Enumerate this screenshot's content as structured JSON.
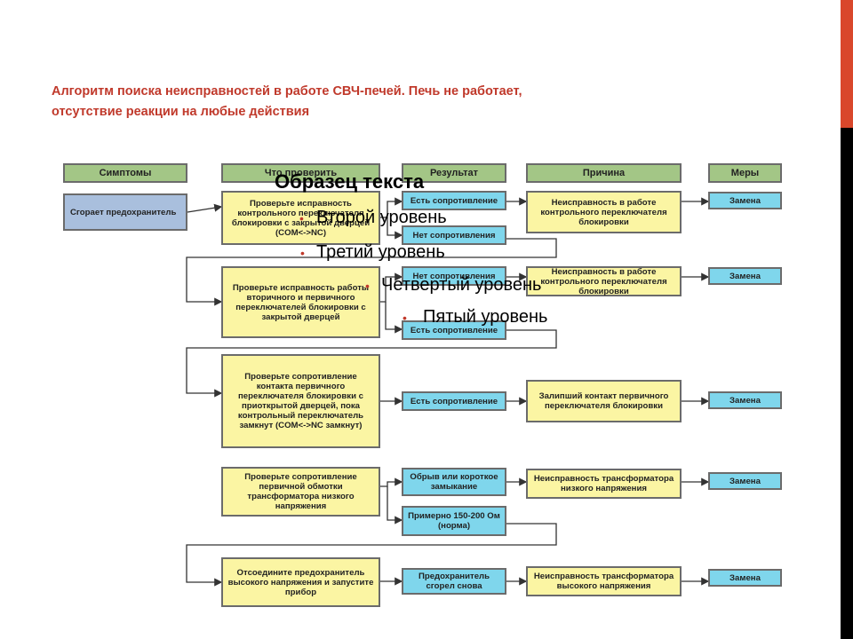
{
  "slide": {
    "title": "Алгоритм поиска неисправностей в работе СВЧ-печей. Печь не работает, отсутствие реакции на любые действия"
  },
  "headers": [
    "Симптомы",
    "Что проверить",
    "Результат",
    "Причина",
    "Меры"
  ],
  "symptom": "Сгорает предохранитель",
  "checks": [
    "Проверьте исправность контрольного переключателя блокировки с закрытой дверцей (COM<->NC)",
    "Проверьте исправность работы вторичного и первичного переключателей блокировки с закрытой дверцей",
    "Проверьте сопротивление контакта первичного переключателя блокировки с приоткрытой дверцей, пока контрольный переключатель замкнут (COM<->NC замкнут)",
    "Проверьте сопротивление первичной обмотки трансформатора низкого напряжения",
    "Отсоедините предохранитель высокого напряжения и запустите прибор"
  ],
  "results": [
    "Есть сопротивление",
    "Нет сопротивления",
    "Нет сопротивления",
    "Есть сопротивление",
    "Есть сопротивление",
    "Обрыв или короткое замыкание",
    "Примерно 150-200 Ом (норма)",
    "Предохранитель сгорел снова"
  ],
  "causes": [
    "Неисправность в работе контрольного переключателя блокировки",
    "Неисправность в работе контрольного переключателя блокировки",
    "Залипший контакт первичного переключателя блокировки",
    "Неисправность трансформатора низкого напряжения",
    "Неисправность трансформатора высокого напряжения"
  ],
  "measures": [
    "Замена",
    "Замена",
    "Замена",
    "Замена",
    "Замена"
  ],
  "overlay": {
    "title": "Образец текста",
    "level2": "Второй уровень",
    "level3": "Третий уровень",
    "level4": "Четвертый уровень",
    "level5": "Пятый уровень"
  },
  "colors": {
    "title": "#c0392b",
    "header": "#a3c686",
    "check": "#fbf5a3",
    "result": "#7fd6ec",
    "symptom": "#a9bfdd"
  }
}
